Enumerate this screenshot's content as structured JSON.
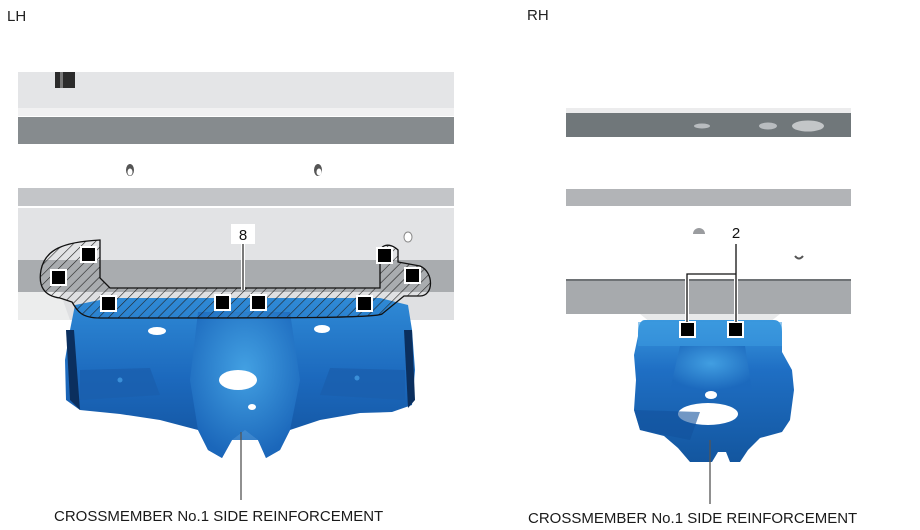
{
  "panels": {
    "lh": {
      "side_label": "LH",
      "callout": "8",
      "caption": "CROSSMEMBER No.1 SIDE REINFORCEMENT",
      "weld_points_count_markers": 8
    },
    "rh": {
      "side_label": "RH",
      "callout": "2",
      "caption": "CROSSMEMBER No.1 SIDE REINFORCEMENT",
      "weld_points_count_markers": 2
    }
  },
  "colors": {
    "part_blue": "#1f6fc4",
    "part_blue_light": "#3d9be0",
    "part_blue_dark": "#0d3f7a",
    "frame_light": "#e3e4e6",
    "frame_mid": "#b4b6b9",
    "frame_dark": "#858a8d",
    "marker": "#000000",
    "hatch": "#222222"
  }
}
